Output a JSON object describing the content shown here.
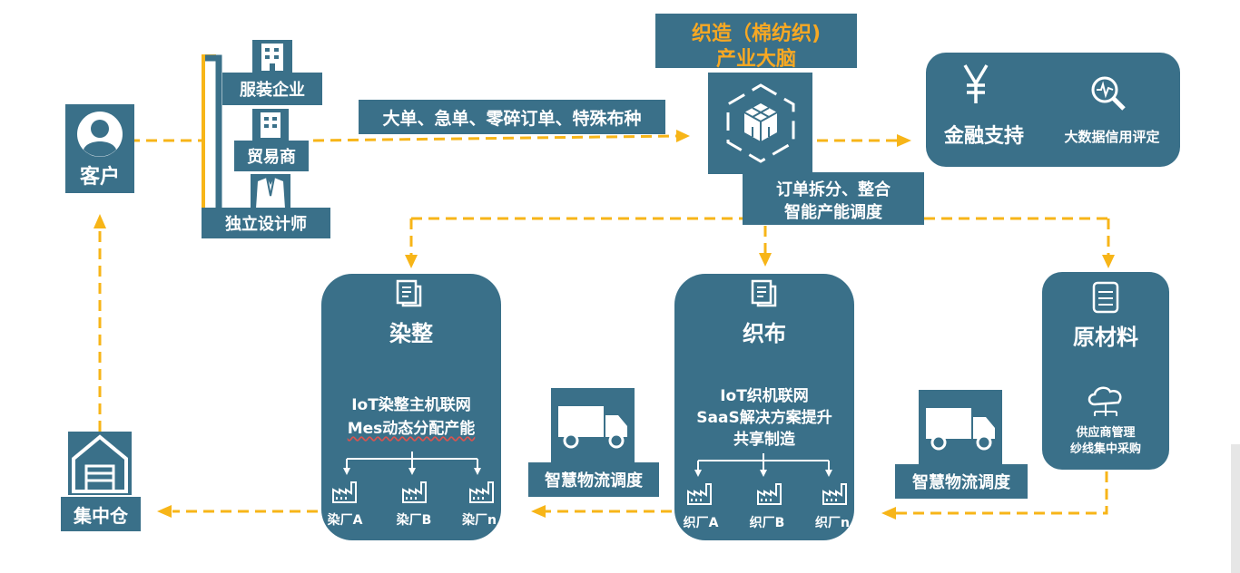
{
  "customer": {
    "label": "客户"
  },
  "clients": {
    "items": [
      {
        "label": "服装企业",
        "icon": "building-icon"
      },
      {
        "label": "贸易商",
        "icon": "building-icon"
      },
      {
        "label": "独立设计师",
        "icon": "suit-icon"
      }
    ]
  },
  "order_types": "大单、急单、零碎订单、特殊布种",
  "brain": {
    "title_line1": "织造（棉纺织)",
    "title_line2": "产业大脑",
    "caption_line1": "订单拆分、整合",
    "caption_line2": "智能产能调度"
  },
  "finance": {
    "label": "金融支持",
    "sub": "大数据信用评定"
  },
  "dyeing": {
    "title": "染整",
    "line1": "IoT染整主机联网",
    "line2": "Mes动态分配产能",
    "factories": [
      "染厂A",
      "染厂B",
      "染厂n"
    ]
  },
  "weaving": {
    "title": "织布",
    "line1": "IoT织机联网",
    "line2": "SaaS解决方案提升",
    "line3": "共享制造",
    "factories": [
      "织厂A",
      "织厂B",
      "织厂n"
    ]
  },
  "raw_material": {
    "title": "原材料",
    "line1": "供应商管理",
    "line2": "纱线集中采购"
  },
  "logistics_left": "智慧物流调度",
  "logistics_right": "智慧物流调度",
  "warehouse": {
    "label": "集中仓"
  },
  "colors": {
    "panel": "#3a7089",
    "accent": "#f7b518",
    "title_orange": "#f7a823"
  }
}
